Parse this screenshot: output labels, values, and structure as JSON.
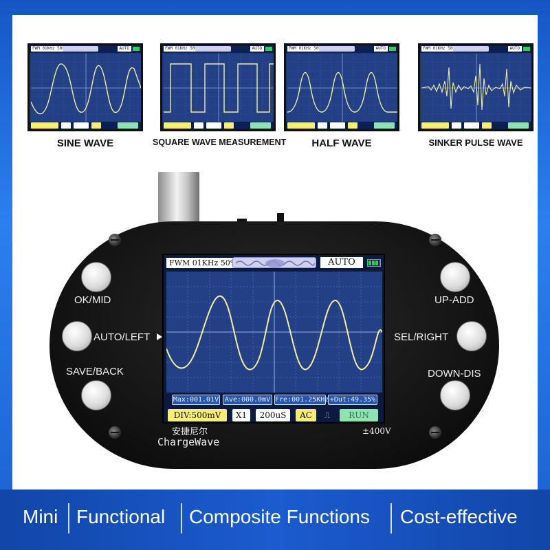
{
  "thumbnails": [
    {
      "label": "SINE WAVE",
      "fwm": "FWM 01KHz 50%",
      "auto": "AUTO"
    },
    {
      "label": "SQUARE WAVE MEASUREMENT",
      "fwm": "FWM 01KHz 50%",
      "auto": "AUTO"
    },
    {
      "label": "HALF WAVE",
      "fwm": "FWM 01KHz 50%",
      "auto": "AUTO"
    },
    {
      "label": "SINKER PULSE WAVE",
      "fwm": "FWM 01KHz 50%",
      "auto": "AUTO"
    }
  ],
  "device": {
    "buttons": {
      "ok_mid": "OK/MID",
      "auto_left": "AUTO/LEFT",
      "save_back": "SAVE/BACK",
      "up_add": "UP-ADD",
      "sel_right": "SEL/RIGHT",
      "down_dis": "DOWN-DIS"
    },
    "screen": {
      "fwm": "FWM 01KHz 50%",
      "mode": "AUTO",
      "max": "Max:001.01V",
      "ave": "Ave:000.0mV",
      "freq": "Fre:001.25KHz",
      "duty": "+Dut:49.35%",
      "div": "DIV:500mV",
      "probe": "X1",
      "timebase": "200uS",
      "coupling": "AC",
      "run": "RUN"
    },
    "brand_cn": "安捷尼尔",
    "brand_en": "ChargeWave",
    "voltage": "±400V"
  },
  "banner": {
    "items": [
      "Mini",
      "Functional",
      "Composite Functions",
      "Cost-effective"
    ]
  },
  "colors": {
    "banner_blue": "#1b5bd0",
    "screen_grid": "#233f86",
    "wave_yellow": "#f3ef9a",
    "run_green": "#8ee3b1",
    "div_yellow": "#f5ec7a"
  }
}
